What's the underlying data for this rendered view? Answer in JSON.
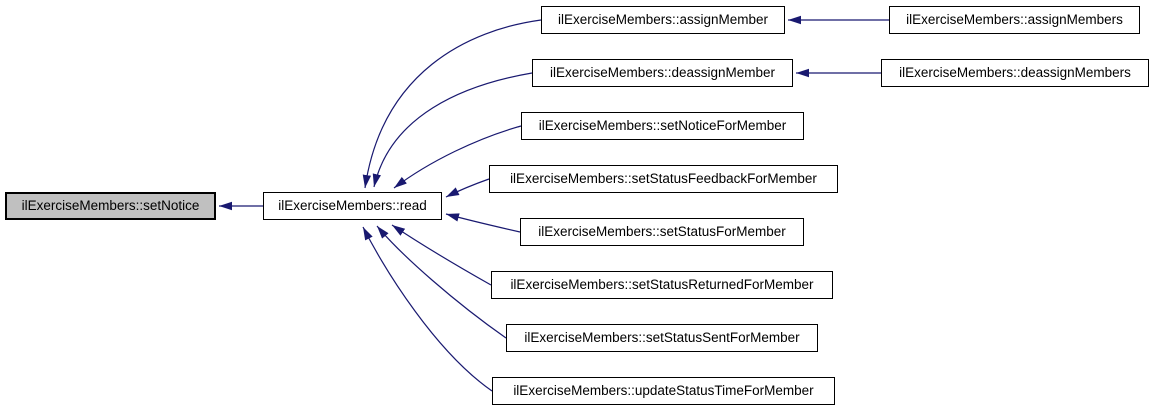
{
  "diagram": {
    "type": "doxygen-caller-graph",
    "accent_color": "#191970",
    "node_border_color": "#000000",
    "node_fill": "#ffffff",
    "focused_node_fill": "#c0c0c0",
    "focused_node": "ilExerciseMembers::setNotice",
    "nodes": [
      {
        "id": "setNotice",
        "label": "ilExerciseMembers::setNotice",
        "focused": true
      },
      {
        "id": "read",
        "label": "ilExerciseMembers::read",
        "focused": false
      },
      {
        "id": "assignMember",
        "label": "ilExerciseMembers::assignMember",
        "focused": false
      },
      {
        "id": "assignMembers",
        "label": "ilExerciseMembers::assignMembers",
        "focused": false
      },
      {
        "id": "deassignMember",
        "label": "ilExerciseMembers::deassignMember",
        "focused": false
      },
      {
        "id": "deassignMembers",
        "label": "ilExerciseMembers::deassignMembers",
        "focused": false
      },
      {
        "id": "setNoticeForMember",
        "label": "ilExerciseMembers::setNoticeForMember",
        "focused": false
      },
      {
        "id": "setStatusFeedbackForMember",
        "label": "ilExerciseMembers::setStatusFeedbackForMember",
        "focused": false
      },
      {
        "id": "setStatusForMember",
        "label": "ilExerciseMembers::setStatusForMember",
        "focused": false
      },
      {
        "id": "setStatusReturnedForMember",
        "label": "ilExerciseMembers::setStatusReturnedForMember",
        "focused": false
      },
      {
        "id": "setStatusSentForMember",
        "label": "ilExerciseMembers::setStatusSentForMember",
        "focused": false
      },
      {
        "id": "updateStatusTimeForMember",
        "label": "ilExerciseMembers::updateStatusTimeForMember",
        "focused": false
      }
    ],
    "edges": [
      {
        "from": "read",
        "to": "setNotice"
      },
      {
        "from": "assignMember",
        "to": "read"
      },
      {
        "from": "deassignMember",
        "to": "read"
      },
      {
        "from": "setNoticeForMember",
        "to": "read"
      },
      {
        "from": "setStatusFeedbackForMember",
        "to": "read"
      },
      {
        "from": "setStatusForMember",
        "to": "read"
      },
      {
        "from": "setStatusReturnedForMember",
        "to": "read"
      },
      {
        "from": "setStatusSentForMember",
        "to": "read"
      },
      {
        "from": "updateStatusTimeForMember",
        "to": "read"
      },
      {
        "from": "assignMembers",
        "to": "assignMember"
      },
      {
        "from": "deassignMembers",
        "to": "deassignMember"
      }
    ]
  }
}
